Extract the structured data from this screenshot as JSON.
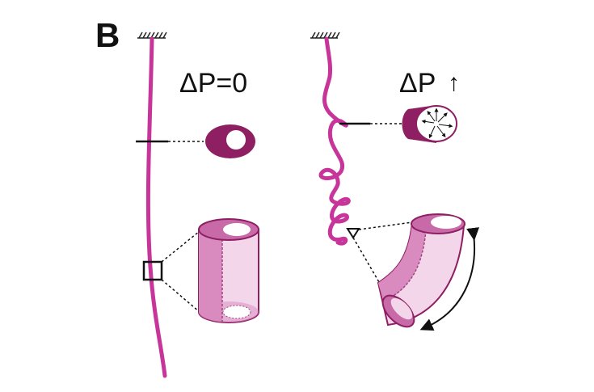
{
  "panel_label": "B",
  "left": {
    "title": "ΔP=0",
    "state": "straight fiber"
  },
  "right": {
    "title": "ΔP",
    "title_arrow": "↑"
  },
  "colors": {
    "fiber": "#c8359a",
    "dark": "#8e1f62",
    "mid": "#d98abf",
    "light": "#f3d6ea",
    "ink": "#111111"
  }
}
